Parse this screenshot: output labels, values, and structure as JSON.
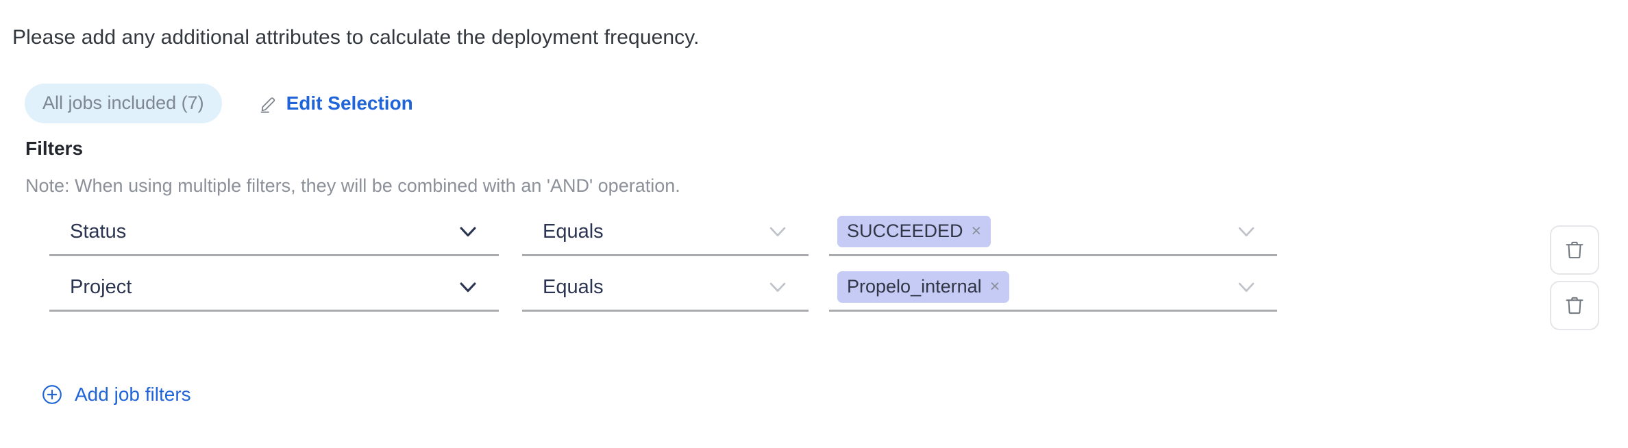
{
  "intro": {
    "text": "Please add any additional attributes to calculate the deployment frequency."
  },
  "selection": {
    "pill_label": "All jobs included (7)",
    "edit_label": "Edit Selection",
    "edit_icon": "pencil-icon",
    "pill_bg": "#e1f1fb",
    "pill_text_color": "#7d8694",
    "link_color": "#1f64d8"
  },
  "filters": {
    "heading": "Filters",
    "note": "Note: When using multiple filters, they will be combined with an 'AND' operation.",
    "rows": [
      {
        "key": "Status",
        "operator": "Equals",
        "values": [
          {
            "label": "SUCCEEDED",
            "remove_icon": "×"
          }
        ],
        "delete_icon": "trash-icon"
      },
      {
        "key": "Project",
        "operator": "Equals",
        "values": [
          {
            "label": "Propelo_internal",
            "remove_icon": "×"
          }
        ],
        "delete_icon": "trash-icon"
      }
    ],
    "chip_bg": "#c5cbf4",
    "chip_text_color": "#303645",
    "underline_color": "#a9abaf"
  },
  "add_filters": {
    "label": "Add job filters",
    "icon": "plus-circle-icon",
    "color": "#1f64d8"
  }
}
